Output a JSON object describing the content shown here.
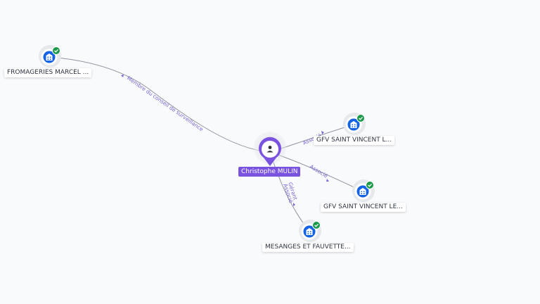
{
  "center": {
    "name": "Christophe MULIN",
    "icon": "person-icon"
  },
  "companies": [
    {
      "id": "fromageries",
      "label": "FROMAGERIES MARCEL ...",
      "icon": "building-icon",
      "status": "verified-check-icon"
    },
    {
      "id": "gfv1",
      "label": "GFV SAINT VINCENT L...",
      "icon": "building-icon",
      "status": "verified-check-icon"
    },
    {
      "id": "gfv2",
      "label": "GFV SAINT VINCENT LE...",
      "icon": "building-icon",
      "status": "verified-check-icon"
    },
    {
      "id": "mesanges",
      "label": "MESANGES ET FAUVETTE...",
      "icon": "building-icon",
      "status": "verified-check-icon"
    }
  ],
  "edges": [
    {
      "to": "fromageries",
      "label": "Membre du conseil de surveillance"
    },
    {
      "to": "gfv1",
      "label": "Associé"
    },
    {
      "to": "gfv2",
      "label": "Associé"
    },
    {
      "to": "mesanges",
      "label_1": "Gérant",
      "label_2": "Associé"
    }
  ],
  "colors": {
    "person": "#7a52e0",
    "company": "#1463e6",
    "check": "#1b9a4a",
    "edge_label": "#7468d8"
  }
}
